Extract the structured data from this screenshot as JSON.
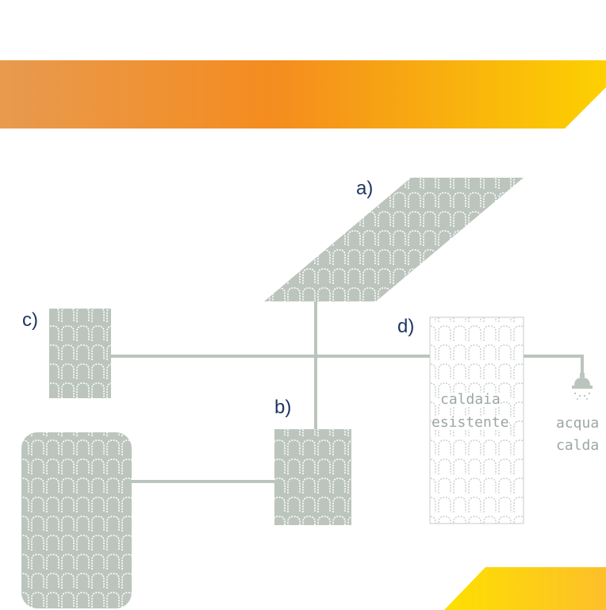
{
  "colors": {
    "banner_left": "#e89a4f",
    "banner_mid": "#f48c1f",
    "banner_right": "#fdd000",
    "component_fill": "#bcc5bd",
    "pattern_stroke": "#ffffff",
    "connector": "#bcc5bd",
    "label": "#1f3763",
    "secondary_text": "#9aa8a0"
  },
  "labels": {
    "a": "a)",
    "b": "b)",
    "c": "c)",
    "d": "d)"
  },
  "boiler": {
    "line1": "caldaia",
    "line2": "esistente"
  },
  "output": {
    "line1": "acqua",
    "line2": "calda"
  },
  "icons": {
    "tap": "shower-tap-icon"
  }
}
